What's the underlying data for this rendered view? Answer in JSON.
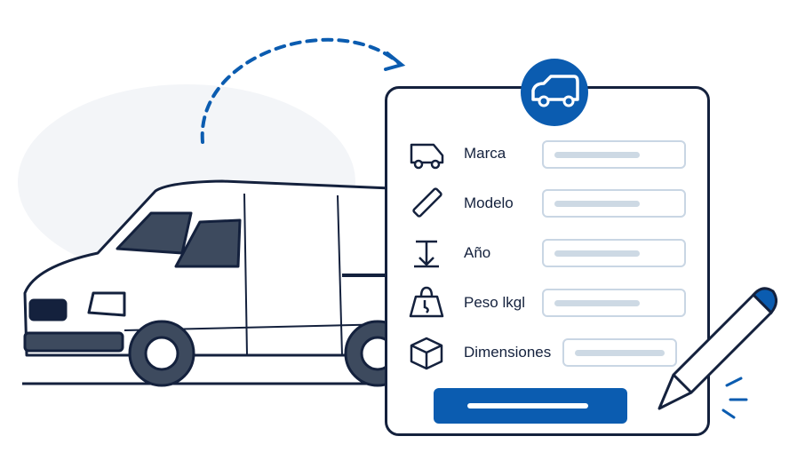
{
  "form": {
    "fields": [
      {
        "label": "Marca",
        "icon": "van-icon"
      },
      {
        "label": "Modelo",
        "icon": "ruler-icon"
      },
      {
        "label": "Año",
        "icon": "height-icon"
      },
      {
        "label": "Peso lkgl",
        "icon": "weight-bag-icon"
      },
      {
        "label": "Dimensiones",
        "icon": "box-icon"
      }
    ]
  },
  "colors": {
    "accent": "#0b5cb0",
    "outline": "#14213d",
    "field_border": "#c9d6e4"
  }
}
